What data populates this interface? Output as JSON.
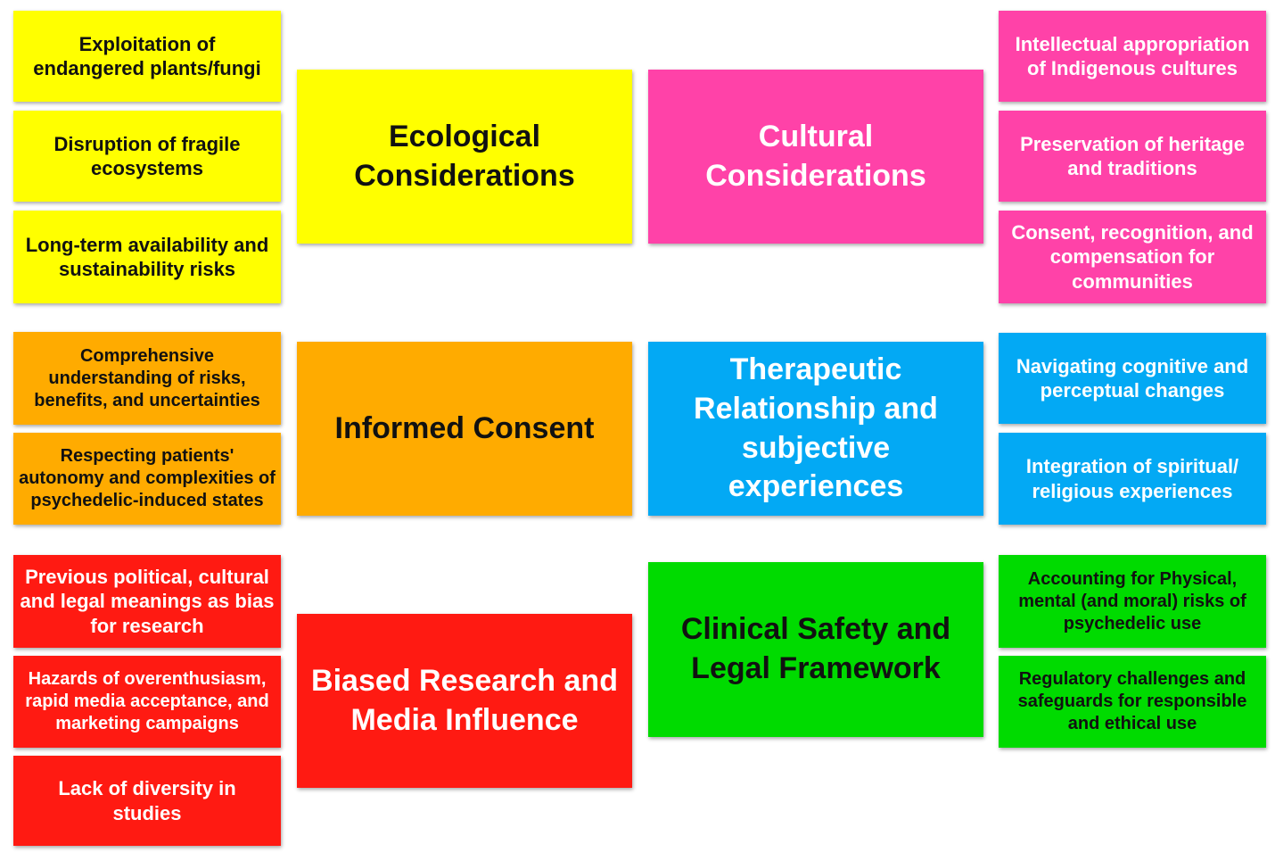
{
  "colors": {
    "ecological": "#ffff00",
    "cultural": "#ff42a8",
    "consent": "#ffab00",
    "therapeutic": "#03a9f4",
    "bias": "#ff1a12",
    "safety": "#00db00"
  },
  "ecological": {
    "title": "Ecological Considerations",
    "items": [
      "Exploitation of endangered plants/fungi",
      "Disruption of fragile ecosystems",
      "Long-term availability and sustainability risks"
    ]
  },
  "cultural": {
    "title": "Cultural Considerations",
    "items": [
      "Intellectual appropriation of Indigenous cultures",
      "Preservation of heritage and traditions",
      "Consent, recognition, and compensation for communities"
    ]
  },
  "consent": {
    "title": "Informed Consent",
    "items": [
      "Comprehensive understanding of risks, benefits, and uncertainties",
      "Respecting patients' autonomy and complexities of psychedelic-induced states"
    ]
  },
  "therapeutic": {
    "title": "Therapeutic Relationship and subjective experiences",
    "items": [
      "Navigating cognitive and perceptual changes",
      "Integration of spiritual/ religious experiences"
    ]
  },
  "bias": {
    "title": "Biased Research and Media Influence",
    "items": [
      "Previous political, cultural and legal meanings as bias for research",
      "Hazards of overenthusiasm, rapid media acceptance, and marketing campaigns",
      "Lack of diversity in studies"
    ]
  },
  "safety": {
    "title": "Clinical Safety and Legal Framework",
    "items": [
      "Accounting for Physical, mental (and moral) risks of psychedelic use",
      "Regulatory challenges and safeguards for responsible and ethical use"
    ]
  }
}
